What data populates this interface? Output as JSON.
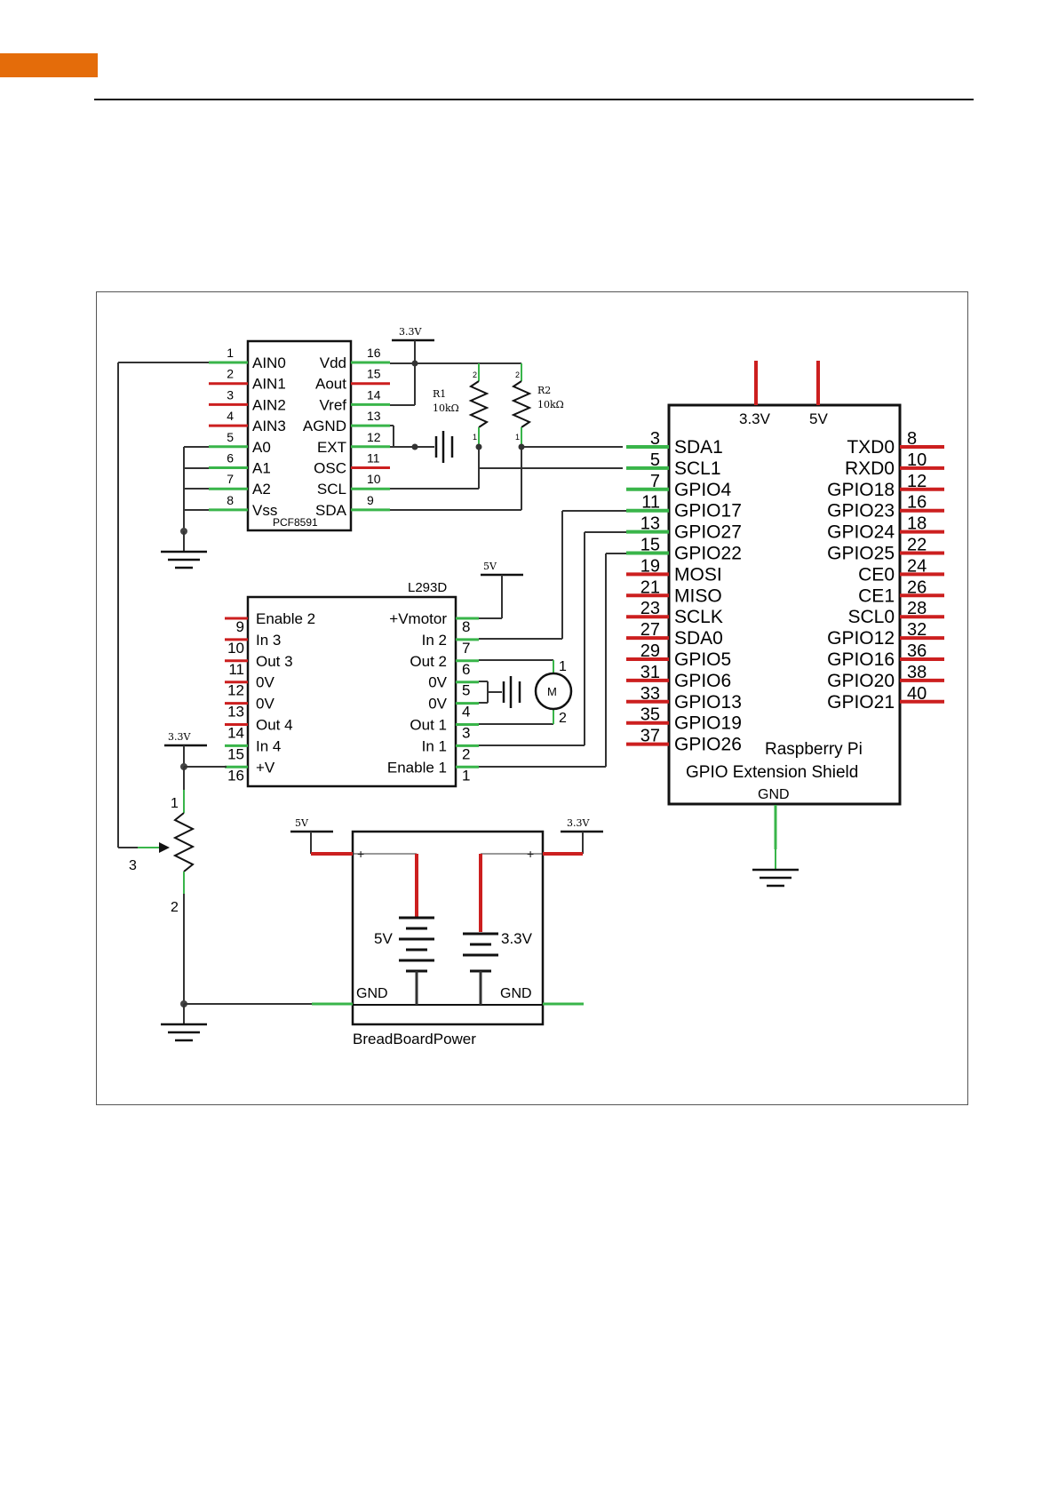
{
  "colors": {
    "accent": "#E46C0A",
    "pin_red": "#CC1F1F",
    "pin_green": "#39B54A",
    "wire": "#333333"
  },
  "pcf8591": {
    "name": "PCF8591",
    "left_pins": [
      {
        "num": "1",
        "label": "AIN0"
      },
      {
        "num": "2",
        "label": "AIN1"
      },
      {
        "num": "3",
        "label": "AIN2"
      },
      {
        "num": "4",
        "label": "AIN3"
      },
      {
        "num": "5",
        "label": "A0"
      },
      {
        "num": "6",
        "label": "A1"
      },
      {
        "num": "7",
        "label": "A2"
      },
      {
        "num": "8",
        "label": "Vss"
      }
    ],
    "right_pins": [
      {
        "num": "16",
        "label": "Vdd"
      },
      {
        "num": "15",
        "label": "Aout"
      },
      {
        "num": "14",
        "label": "Vref"
      },
      {
        "num": "13",
        "label": "AGND"
      },
      {
        "num": "12",
        "label": "EXT"
      },
      {
        "num": "11",
        "label": "OSC"
      },
      {
        "num": "10",
        "label": "SCL"
      },
      {
        "num": "9",
        "label": "SDA"
      }
    ],
    "supply_label": "3.3V"
  },
  "resistors": [
    {
      "name": "R1",
      "value": "10kΩ",
      "pin_top": "2",
      "pin_bottom": "1"
    },
    {
      "name": "R2",
      "value": "10kΩ",
      "pin_top": "2",
      "pin_bottom": "1"
    }
  ],
  "l293d": {
    "name": "L293D",
    "supply_label": "5V",
    "left_pins": [
      {
        "num": "9",
        "label": "Enable 2"
      },
      {
        "num": "10",
        "label": "In 3"
      },
      {
        "num": "11",
        "label": "Out 3"
      },
      {
        "num": "12",
        "label": "0V"
      },
      {
        "num": "13",
        "label": "0V"
      },
      {
        "num": "14",
        "label": "Out 4"
      },
      {
        "num": "15",
        "label": "In 4"
      },
      {
        "num": "16",
        "label": "+V"
      }
    ],
    "right_pins": [
      {
        "num": "8",
        "label": "+Vmotor"
      },
      {
        "num": "7",
        "label": "In 2"
      },
      {
        "num": "6",
        "label": "Out 2"
      },
      {
        "num": "5",
        "label": "0V"
      },
      {
        "num": "4",
        "label": "0V"
      },
      {
        "num": "3",
        "label": "Out 1"
      },
      {
        "num": "2",
        "label": "In 1"
      },
      {
        "num": "1",
        "label": "Enable 1"
      }
    ]
  },
  "motor": {
    "symbol": "M",
    "pin1": "1",
    "pin2": "2"
  },
  "potentiometer": {
    "supply_label": "3.3V",
    "pin_top": "1",
    "pin_wiper": "3",
    "pin_bottom": "2"
  },
  "raspberry_pi": {
    "title_line1": "Raspberry Pi",
    "title_line2": "GPIO Extension Shield",
    "top_labels": [
      "3.3V",
      "5V"
    ],
    "gnd_label": "GND",
    "left_pins": [
      {
        "num": "3",
        "label": "SDA1"
      },
      {
        "num": "5",
        "label": "SCL1"
      },
      {
        "num": "7",
        "label": "GPIO4"
      },
      {
        "num": "11",
        "label": "GPIO17"
      },
      {
        "num": "13",
        "label": "GPIO27"
      },
      {
        "num": "15",
        "label": "GPIO22"
      },
      {
        "num": "19",
        "label": "MOSI"
      },
      {
        "num": "21",
        "label": "MISO"
      },
      {
        "num": "23",
        "label": "SCLK"
      },
      {
        "num": "27",
        "label": "SDA0"
      },
      {
        "num": "29",
        "label": "GPIO5"
      },
      {
        "num": "31",
        "label": "GPIO6"
      },
      {
        "num": "33",
        "label": "GPIO13"
      },
      {
        "num": "35",
        "label": "GPIO19"
      },
      {
        "num": "37",
        "label": "GPIO26"
      }
    ],
    "right_pins": [
      {
        "num": "8",
        "label": "TXD0"
      },
      {
        "num": "10",
        "label": "RXD0"
      },
      {
        "num": "12",
        "label": "GPIO18"
      },
      {
        "num": "16",
        "label": "GPIO23"
      },
      {
        "num": "18",
        "label": "GPIO24"
      },
      {
        "num": "22",
        "label": "GPIO25"
      },
      {
        "num": "24",
        "label": "CE0"
      },
      {
        "num": "26",
        "label": "CE1"
      },
      {
        "num": "28",
        "label": "SCL0"
      },
      {
        "num": "32",
        "label": "GPIO12"
      },
      {
        "num": "36",
        "label": "GPIO16"
      },
      {
        "num": "38",
        "label": "GPIO20"
      },
      {
        "num": "40",
        "label": "GPIO21"
      }
    ]
  },
  "breadboard_power": {
    "name": "BreadBoardPower",
    "left_supply": "5V",
    "right_supply": "3.3V",
    "battery_left": "5V",
    "battery_right": "3.3V",
    "gnd_left": "GND",
    "gnd_right": "GND",
    "plus": "+"
  }
}
